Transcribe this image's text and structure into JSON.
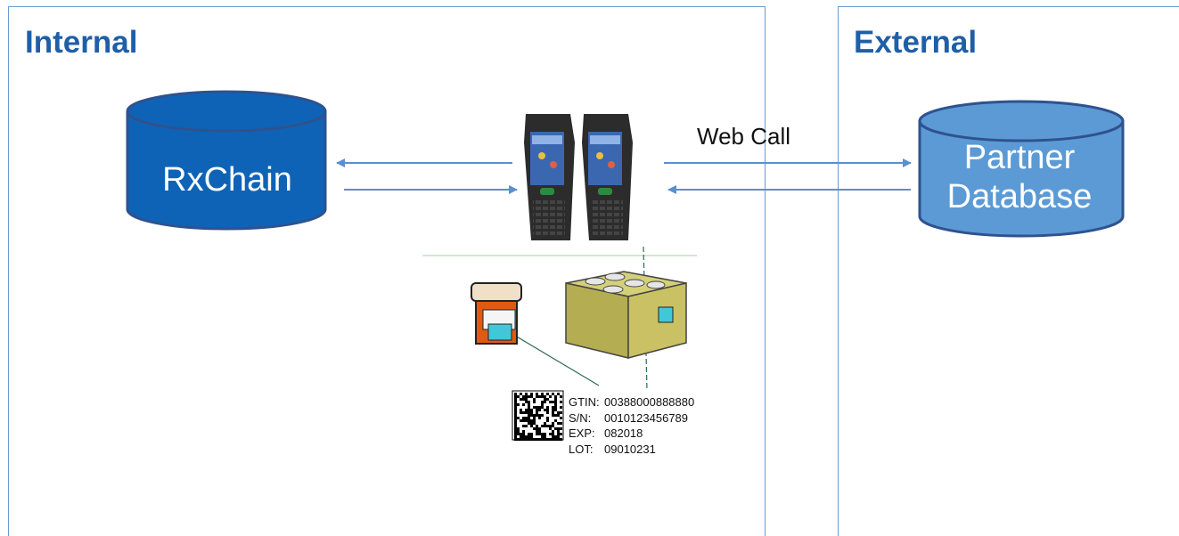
{
  "panels": {
    "internal": {
      "title": "Internal"
    },
    "external": {
      "title": "External"
    }
  },
  "databases": {
    "rxchain": {
      "label": "RxChain"
    },
    "partner": {
      "label_line1": "Partner",
      "label_line2": "Database"
    }
  },
  "connection": {
    "label": "Web Call"
  },
  "label_code": {
    "lines": [
      {
        "key": "GTIN:",
        "value": "00388000888880"
      },
      {
        "key": "S/N:",
        "value": "0010123456789"
      },
      {
        "key": "EXP:",
        "value": "082018"
      },
      {
        "key": "LOT:",
        "value": "09010231"
      }
    ]
  },
  "colors": {
    "panel_border": "#6b9bd1",
    "title": "#1f5fa8",
    "rxchain_fill": "#0e63b7",
    "partner_fill": "#5b9ad5",
    "arrow": "#5b8fcf"
  },
  "icons": [
    "handheld-scanner-icon",
    "pill-bottle-icon",
    "medicine-box-icon",
    "datamatrix-barcode-icon"
  ]
}
